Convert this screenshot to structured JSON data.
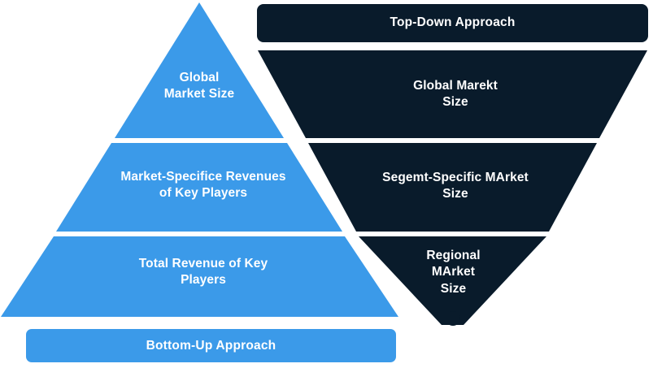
{
  "diagram": {
    "title_semantic": "market-sizing-approaches",
    "colors": {
      "blue": "#3b9ae9",
      "dark_navy": "#091b2b",
      "background": "#ffffff",
      "text": "#ffffff",
      "divider": "#ffffff"
    }
  },
  "bottom_up": {
    "banner_label": "Bottom-Up Approach",
    "tiers": [
      {
        "label": "Global\nMarket Size"
      },
      {
        "label": "Market-Specifice Revenues\nof Key Players"
      },
      {
        "label": "Total Revenue of Key\nPlayers"
      }
    ]
  },
  "top_down": {
    "banner_label": "Top-Down Approach",
    "tiers": [
      {
        "label": "Global Marekt\nSize"
      },
      {
        "label": "Segemt-Specific MArket\nSize"
      },
      {
        "label": "Regional\nMArket\nSize"
      }
    ]
  }
}
